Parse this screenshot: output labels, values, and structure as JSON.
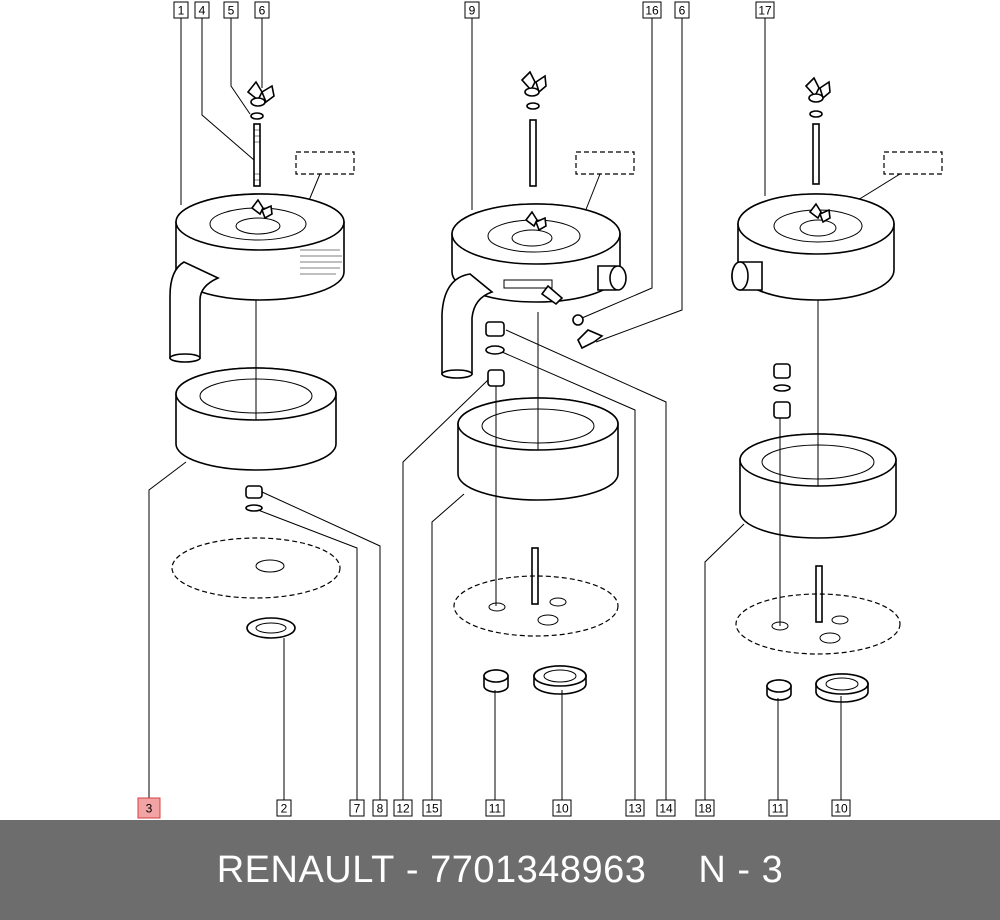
{
  "diagram": {
    "callouts": [
      {
        "n": "1",
        "highlight": false
      },
      {
        "n": "4",
        "highlight": false
      },
      {
        "n": "5",
        "highlight": false
      },
      {
        "n": "6",
        "highlight": false
      },
      {
        "n": "9",
        "highlight": false
      },
      {
        "n": "16",
        "highlight": false
      },
      {
        "n": "6",
        "highlight": false
      },
      {
        "n": "17",
        "highlight": false
      },
      {
        "n": "3",
        "highlight": true
      },
      {
        "n": "2",
        "highlight": false
      },
      {
        "n": "7",
        "highlight": false
      },
      {
        "n": "8",
        "highlight": false
      },
      {
        "n": "12",
        "highlight": false
      },
      {
        "n": "15",
        "highlight": false
      },
      {
        "n": "11",
        "highlight": false
      },
      {
        "n": "10",
        "highlight": false
      },
      {
        "n": "13",
        "highlight": false
      },
      {
        "n": "14",
        "highlight": false
      },
      {
        "n": "18",
        "highlight": false
      },
      {
        "n": "11",
        "highlight": false
      },
      {
        "n": "10",
        "highlight": false
      }
    ],
    "highlight_color": "#f3a3a3"
  },
  "footer": {
    "brand": "RENAULT",
    "separator": "-",
    "part_number": "7701348963",
    "position_label": "N - 3"
  }
}
